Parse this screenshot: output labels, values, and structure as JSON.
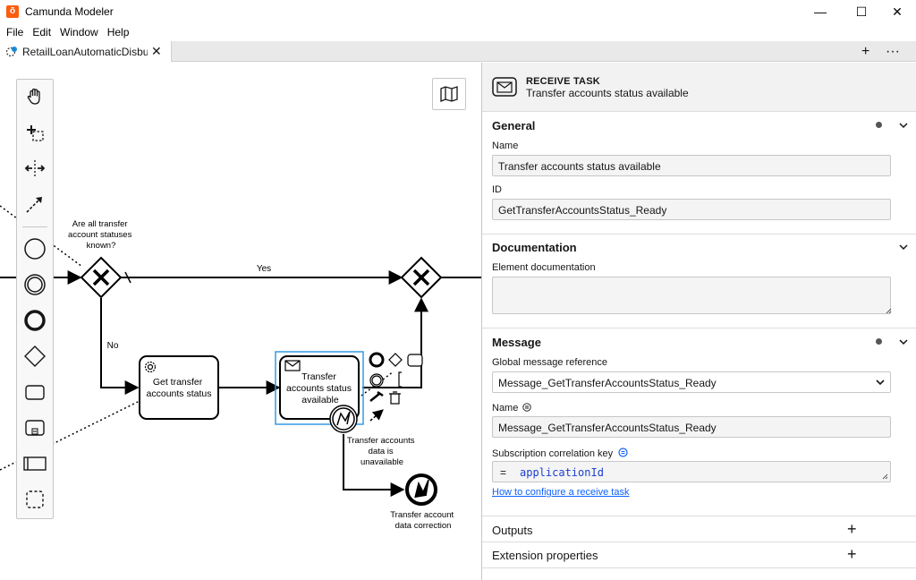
{
  "window": {
    "title": "Camunda Modeler",
    "logo_letter": "ō",
    "controls": [
      "—",
      "☐",
      "✕"
    ]
  },
  "menu": [
    "File",
    "Edit",
    "Window",
    "Help"
  ],
  "tabs": [
    {
      "label": "RetailLoanAutomaticDisbu",
      "close": "✕"
    }
  ],
  "tab_actions": {
    "add": "+",
    "more": "···"
  },
  "palette": [
    "hand-tool",
    "lasso-tool",
    "space-tool",
    "global-connect-tool",
    "start-event",
    "intermediate-event",
    "end-event",
    "gateway",
    "task",
    "subprocess",
    "pool",
    "group"
  ],
  "diagram": {
    "gateway1_label": [
      "Are all transfer",
      "account statuses",
      "known?"
    ],
    "flow_yes": "Yes",
    "flow_no": "No",
    "task1": [
      "Get transfer",
      "accounts status"
    ],
    "task2": [
      "Transfer",
      "accounts status",
      "available"
    ],
    "boundary_label": [
      "Transfer accounts",
      "data is",
      "unavailable"
    ],
    "end_label": [
      "Transfer account",
      "data correction"
    ]
  },
  "panel": {
    "type": "RECEIVE TASK",
    "name": "Transfer accounts status available",
    "general": {
      "title": "General",
      "name_label": "Name",
      "name_value": "Transfer accounts status available",
      "id_label": "ID",
      "id_value": "GetTransferAccountsStatus_Ready"
    },
    "documentation": {
      "title": "Documentation",
      "label": "Element documentation",
      "value": ""
    },
    "message": {
      "title": "Message",
      "ref_label": "Global message reference",
      "ref_value": "Message_GetTransferAccountsStatus_Ready",
      "name_label": "Name",
      "name_value": "Message_GetTransferAccountsStatus_Ready",
      "key_label": "Subscription correlation key",
      "key_prefix": "=",
      "key_value": "applicationId",
      "help_link": "How to configure a receive task"
    },
    "outputs": {
      "title": "Outputs",
      "add": "+"
    },
    "extension": {
      "title": "Extension properties",
      "add": "+"
    }
  },
  "colors": {
    "accent": "#0f62fe",
    "selection": "#349ae4",
    "feel": "#1e40cf",
    "brand": "#fc5d0d"
  }
}
